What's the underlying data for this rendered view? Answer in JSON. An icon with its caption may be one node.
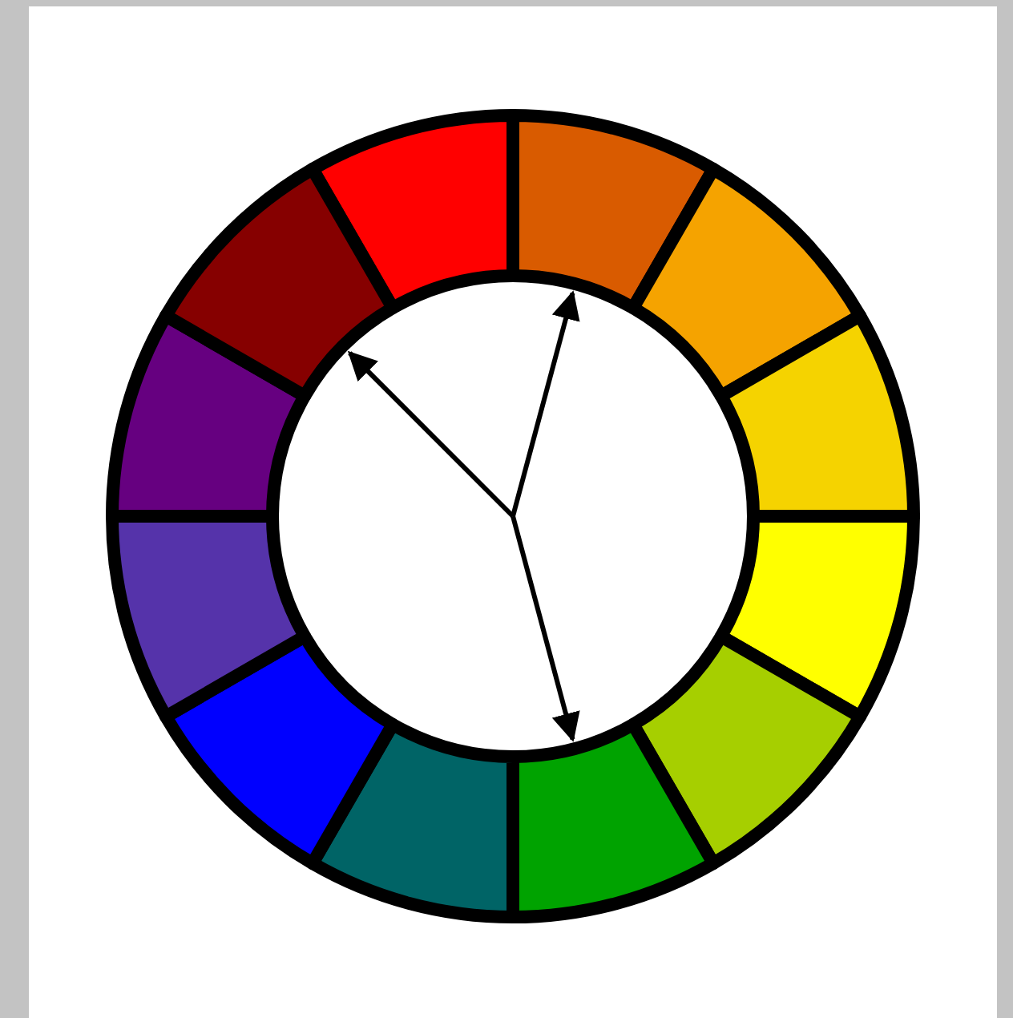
{
  "diagram": {
    "nodes": [
      {
        "text": [],
        "shape": "wedge"
      },
      {
        "text": [],
        "shape": "wedge"
      },
      {
        "text": [],
        "shape": "wedge"
      },
      {
        "text": [],
        "shape": "wedge"
      },
      {
        "text": [],
        "shape": "wedge"
      },
      {
        "text": [],
        "shape": "wedge"
      },
      {
        "text": [],
        "shape": "wedge"
      },
      {
        "text": [],
        "shape": "wedge"
      },
      {
        "text": [],
        "shape": "wedge"
      },
      {
        "text": [],
        "shape": "wedge"
      },
      {
        "text": [],
        "shape": "wedge"
      },
      {
        "text": [],
        "shape": "wedge"
      }
    ],
    "edges": [
      {
        "from": null,
        "to": 1,
        "arrow": "to"
      },
      {
        "from": null,
        "to": 11,
        "arrow": "to"
      },
      {
        "from": null,
        "to": 6,
        "arrow": "to"
      }
    ]
  }
}
